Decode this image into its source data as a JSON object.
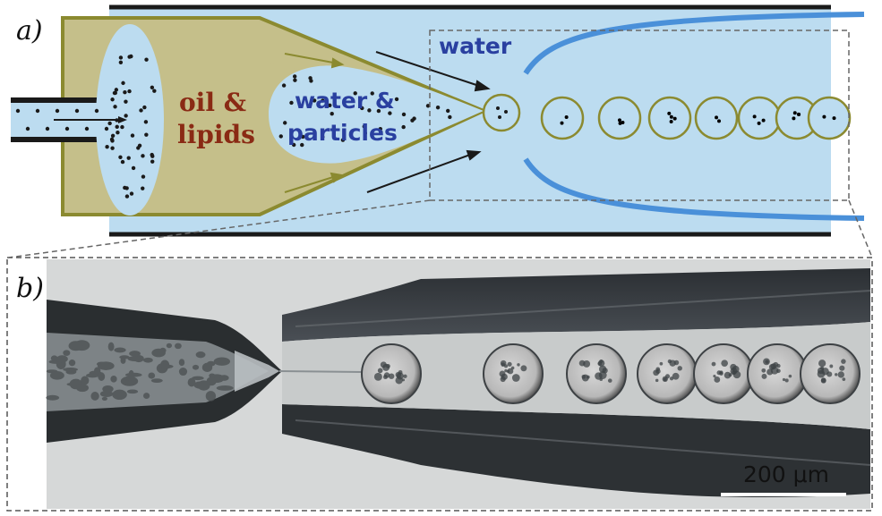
{
  "panel_a": {
    "label_letter": "a",
    "label_paren": ")",
    "oil_label": [
      "oil &",
      "lipids"
    ],
    "inner_label": [
      "water &",
      "particles"
    ],
    "outer_label": "water"
  },
  "panel_b": {
    "label_letter": "b",
    "label_paren": ")",
    "scale_bar": "200 μm"
  },
  "colors": {
    "oil": "#c5bf8a",
    "oil_outline": "#8b8a30",
    "water": "#bcdcf0",
    "collection_tube": "#4a90d9",
    "capillary_wall": "#1a1a1a",
    "droplet_outline": "#8b8a30"
  }
}
